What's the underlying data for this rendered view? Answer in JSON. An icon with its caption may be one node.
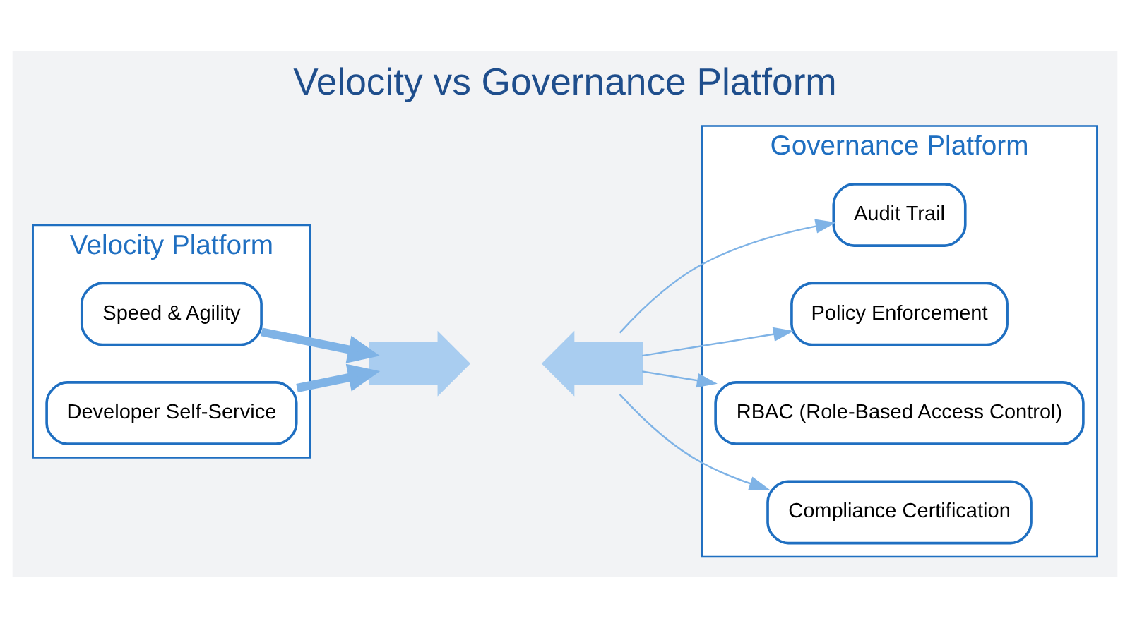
{
  "diagram": {
    "title": "Velocity vs Governance Platform",
    "nodes": [
      {
        "text": [
          "Velocity Platform"
        ]
      },
      {
        "text": [
          "Speed & Agility"
        ],
        "in": 0
      },
      {
        "text": [
          "Developer Self-Service"
        ],
        "in": 0
      },
      {
        "text": [],
        "shape": "arrow"
      },
      {
        "text": [],
        "shape": "arrow"
      },
      {
        "text": [
          "Governance Platform"
        ]
      },
      {
        "text": [
          "Audit Trail"
        ],
        "in": 5
      },
      {
        "text": [
          "Policy Enforcement"
        ],
        "in": 5
      },
      {
        "text": [
          "RBAC (Role-Based Access Control)"
        ],
        "in": 5
      },
      {
        "text": [
          "Compliance Certification"
        ],
        "in": 5
      }
    ],
    "edges": [
      {
        "from": 1,
        "to": 3,
        "arrow": "to",
        "style": "thick"
      },
      {
        "from": 2,
        "to": 3,
        "arrow": "to",
        "style": "thick"
      },
      {
        "from": 4,
        "to": 6,
        "arrow": "to"
      },
      {
        "from": 4,
        "to": 7,
        "arrow": "to"
      },
      {
        "from": 4,
        "to": 8,
        "arrow": "to"
      },
      {
        "from": 4,
        "to": 9,
        "arrow": "to"
      }
    ]
  }
}
